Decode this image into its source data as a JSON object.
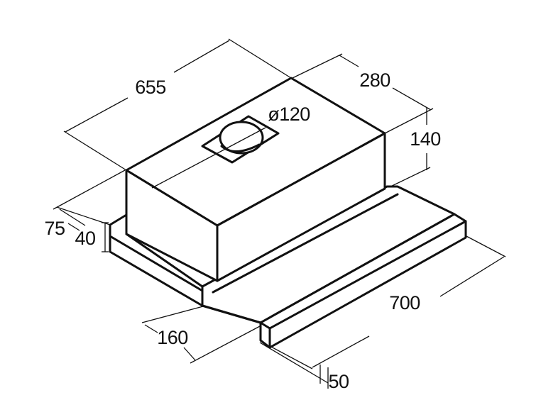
{
  "labels": {
    "width_top": "655",
    "depth_top": "280",
    "duct_diameter": "ø120",
    "height_body": "140",
    "offset_side": "75",
    "front_height": "40",
    "width_drawer": "700",
    "drawer_depth": "160",
    "panel_depth": "50"
  }
}
